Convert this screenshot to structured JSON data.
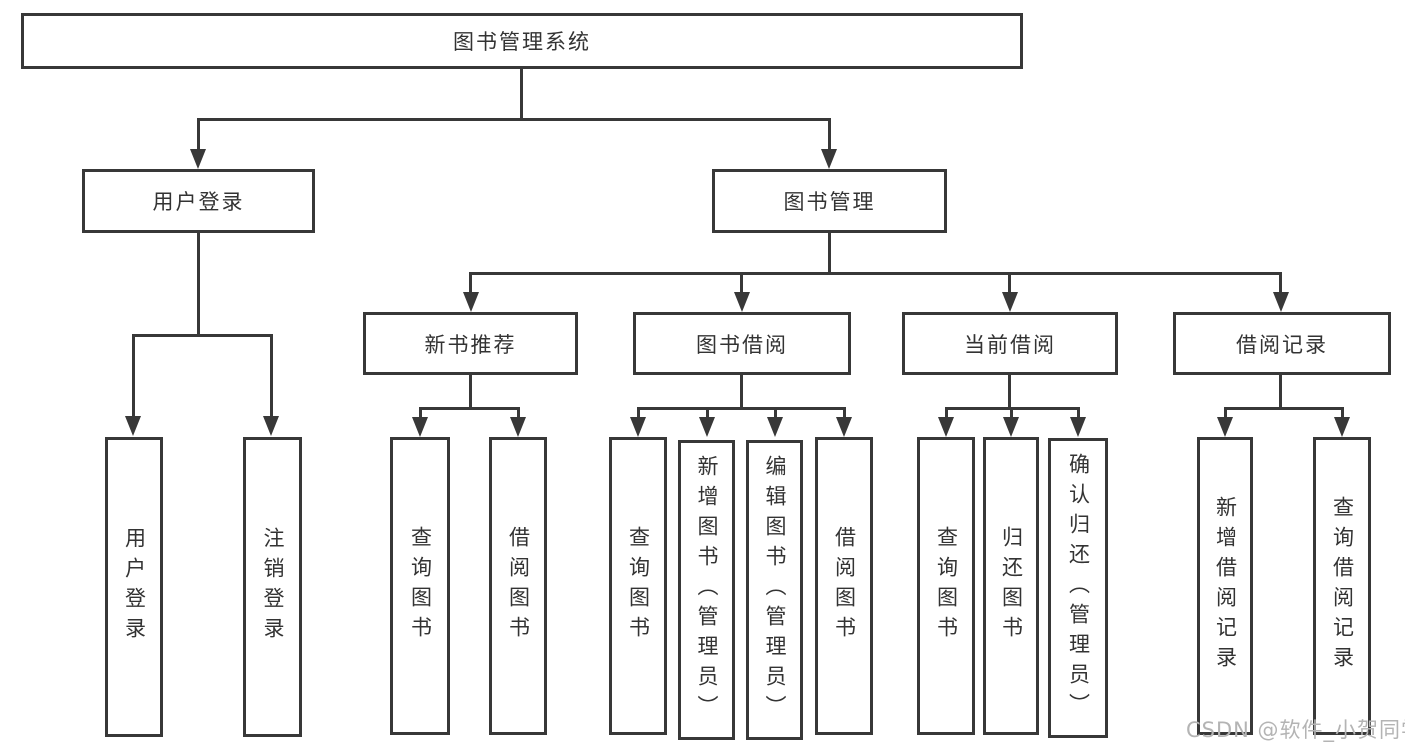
{
  "tree": {
    "label": "图书管理系统",
    "children": [
      {
        "label": "用户登录",
        "children": [
          {
            "label": "用户登录"
          },
          {
            "label": "注销登录"
          }
        ]
      },
      {
        "label": "图书管理",
        "children": [
          {
            "label": "新书推荐",
            "children": [
              {
                "label": "查询图书"
              },
              {
                "label": "借阅图书"
              }
            ]
          },
          {
            "label": "图书借阅",
            "children": [
              {
                "label": "查询图书"
              },
              {
                "label": "新增图书（管理员）"
              },
              {
                "label": "编辑图书（管理员）"
              },
              {
                "label": "借阅图书"
              }
            ]
          },
          {
            "label": "当前借阅",
            "children": [
              {
                "label": "查询图书"
              },
              {
                "label": "归还图书"
              },
              {
                "label": "确认归还（管理员）"
              }
            ]
          },
          {
            "label": "借阅记录",
            "children": [
              {
                "label": "新增借阅记录"
              },
              {
                "label": "查询借阅记录"
              }
            ]
          }
        ]
      }
    ]
  },
  "watermark": {
    "text": "CSDN @软件_小贺同学"
  },
  "colors": {
    "line": "#383838",
    "text": "#333333",
    "watermark": "#b4b4b4",
    "background": "#ffffff"
  }
}
